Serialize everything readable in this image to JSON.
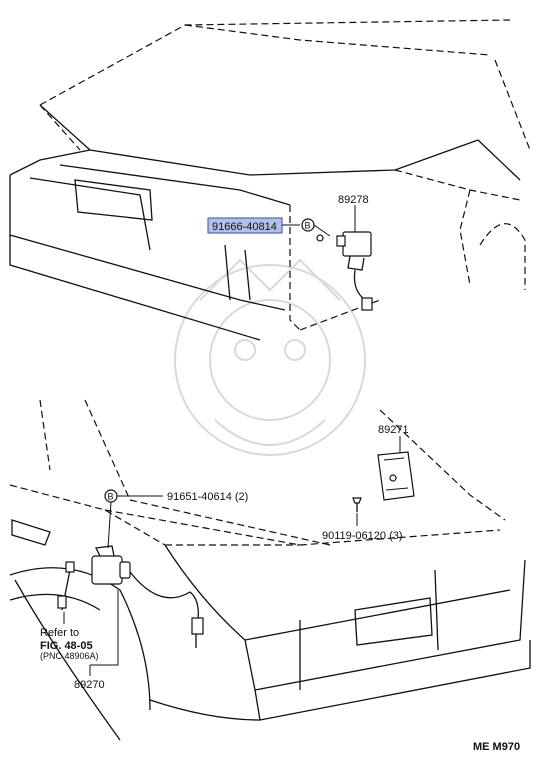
{
  "parts": {
    "bolt_top": "91666-40814",
    "sensor_top": "89278",
    "sensor_bottom_right": "89271",
    "bolt_bottom": "91651-40614 (2)",
    "screw": "90119-06120 (3)",
    "sensor_bottom_left": "89270",
    "washer_marker": "B"
  },
  "reference": {
    "line1": "Refer to",
    "line2": "FIG. 48-05",
    "line3": "(PNC 48906A)"
  },
  "footer": {
    "code": "ME  M970"
  },
  "colors": {
    "highlight": "#b3c0e6",
    "highlight_border": "#3a4fa0"
  }
}
